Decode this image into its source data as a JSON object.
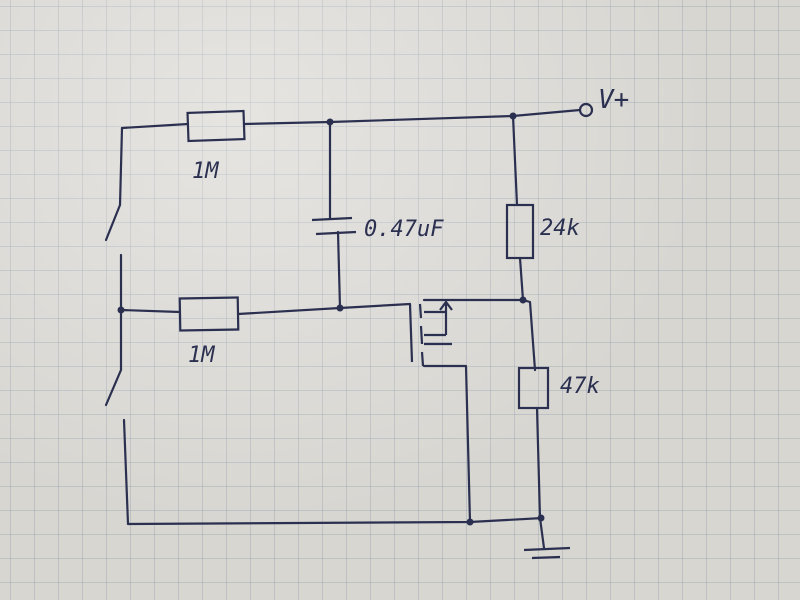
{
  "labels": {
    "r_top": "1M",
    "r_mid": "1M",
    "capacitor": "0.47uF",
    "r_right_top": "24k",
    "r_right_bottom": "47k",
    "supply": "V+"
  }
}
